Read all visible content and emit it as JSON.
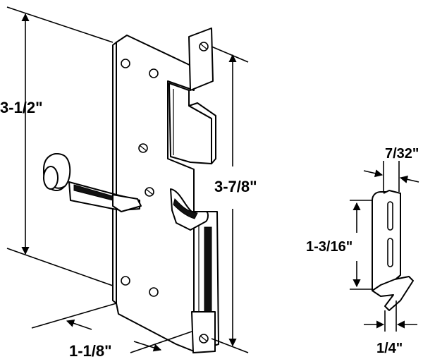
{
  "figure": {
    "dimensions": {
      "overall_height": "3-1/2\"",
      "screw_spacing": "3-7/8\"",
      "backset": "1-1/8\"",
      "keeper_height": "1-3/16\"",
      "keeper_thickness": "7/32\"",
      "keeper_width": "1/4\""
    }
  }
}
